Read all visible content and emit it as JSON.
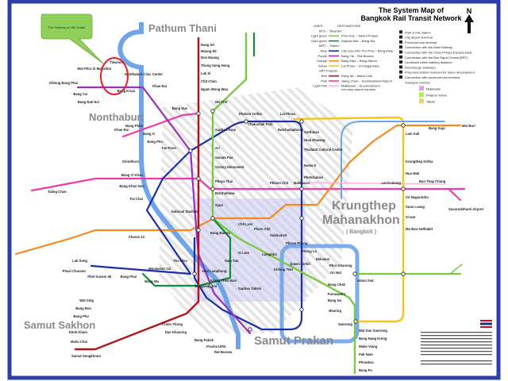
{
  "title": {
    "line1": "The System Map of",
    "line2": "Bangkok Rail Transit Network"
  },
  "north_label": "N",
  "callout": "The Stations on 5th Grade",
  "regions": {
    "pathum_thani": "Pathum Thani",
    "nonthaburi": "Nonthaburi",
    "bangkok_1": "Krungthep",
    "bangkok_2": "Mahanakhon",
    "bangkok_3": "( Bangkok )",
    "samut_sakhon": "Samut Sakhon",
    "samut_prakan": "Samut Prakan"
  },
  "legend": {
    "lines_header": "LINES",
    "dest_header": "DESTINATIONS",
    "lines": [
      {
        "name": "BTS – \"Skytrain\"",
        "dest": "",
        "color": ""
      },
      {
        "name": "Light green",
        "dest": "Phra Nok – Samut Prakan",
        "color": "#7ac943"
      },
      {
        "name": "Dark green",
        "dest": "Saphan Mai – Bang Wa",
        "color": "#138a3c"
      },
      {
        "name": "MRT – \"Metro\"",
        "dest": "",
        "color": ""
      },
      {
        "name": "Blue",
        "dest": "City loop with Tha Phra – Bang Khae",
        "color": "#1b2fa6"
      },
      {
        "name": "Purple",
        "dest": "Bang Yai – Rat Burana",
        "color": "#9a2fbf"
      },
      {
        "name": "Orange",
        "dest": "Bang Kapi – Bang Bamru",
        "color": "#f28a1e"
      },
      {
        "name": "Yellow",
        "dest": "Lat Phrao – Sri Nagarindra",
        "color": "#f5c518"
      },
      {
        "name": "SRT Projects",
        "dest": "",
        "color": ""
      },
      {
        "name": "Red",
        "dest": "Rang Sit – Maha Chai",
        "color": "#b3121b"
      },
      {
        "name": "Pink",
        "dest": "Taling Chan – Suvarnabhumi Airport",
        "color": "#f03aa6"
      },
      {
        "name": "Light Pink",
        "dest": "Makkasan – Suvarnabhumi non-stop airport express",
        "color": "#f7b6dc"
      }
    ],
    "symbols": [
      "Park & ride station",
      "City airport terminal",
      "Provincial bus terminal",
      "Connection with the Main Railway",
      "Connection with the Chao Phraya Express Boat",
      "Connection with the Bus Rapid Transit (BRT)",
      "Landmark within walking distance",
      "Interchange station(s)",
      "Proposed station reserved for future development",
      "Connection with provincial bus terminal"
    ],
    "centres_header": "Transport Centres",
    "centres": [
      {
        "name": "Makkasan",
        "color": "#d9a3f0"
      },
      {
        "name": "Phahon Yothin",
        "color": "#b8f04a"
      },
      {
        "name": "Taksin",
        "color": "#e8d56a"
      }
    ]
  },
  "stations": [
    "Rang Sit",
    "Muang Ek",
    "Don Muang",
    "Thung Song Hong",
    "Lak Si",
    "Chit Chan",
    "Ngam Wong Wan",
    "Mo Chit",
    "Bang Sue",
    "Chatuchak Park",
    "Saphan Kwai",
    "Ari",
    "Sanam Pao",
    "Victory Monument",
    "Phaya Thai",
    "Ratchathewi",
    "Siam",
    "National Stadium",
    "Chit Lom",
    "Ploen Chit",
    "Sukhumvit",
    "Phrom Phong",
    "Thong Lo",
    "Ekkamai",
    "Phra Khanong",
    "On Nut",
    "Bang Chak",
    "Punnawithi",
    "Udom Suk",
    "Bang Na",
    "Bearing",
    "Samrong",
    "Wat Dan Samrong",
    "Bang Nang Kreng",
    "Wake Viang",
    "Pak Nam",
    "Phraeksa",
    "Bang Pu",
    "Tao Poon",
    "Bang Pho",
    "Bang O",
    "Bang Phlat",
    "Sirindhorn",
    "Bang Yi Khan",
    "Bang Khun Non",
    "Fai Chai",
    "Charan 13",
    "Tha Phra",
    "Bang Phai",
    "Phet Kasem 48",
    "Phasi Charoen",
    "Bang Wa",
    "Lak Song",
    "Wongwian Yai",
    "Krung Thon Buri",
    "Saphan Taksin",
    "Hua Lamphong",
    "Sam Yan",
    "Si Lom",
    "Lumphini",
    "Khlong Toei",
    "Queen Sirikit",
    "Phetchaburi",
    "Rama 9",
    "Thailand Cultural Centre",
    "Huai Khwang",
    "Sutthisan",
    "Ratchadaphisek",
    "Lat Phrao",
    "Phahon Yothin",
    "Min Buri",
    "Bang Kapi",
    "Lam Sali",
    "Krungthep Kritha",
    "Hua Mak",
    "Suvarnabhumi Airport",
    "Lat Krabang",
    "Ban Thap Chang",
    "Makkasan",
    "Phloen Chit",
    "Bang Bamru",
    "Taling Chan",
    "Khlong Bang Phai",
    "Bang Yai",
    "Bang Rak Noi",
    "Khae Rai",
    "Wat Sing",
    "Bang Bon",
    "Bang Pho",
    "Khok Kham",
    "Maha Chai",
    "Samut Songkhram",
    "Wongwian Yai",
    "Chom Thong",
    "Dao Khanong",
    "Bang Pakok",
    "Pracha Uthit",
    "Rat Burana",
    "Sri Nagarindra",
    "Suan Luang",
    "Si Iam",
    "Mu Ban Setthakit",
    "Bang Kruai",
    "Nonthaburi Civic Center",
    "Khae Rai",
    "Tiwanon",
    "Wat Phra Si Mahathat"
  ]
}
